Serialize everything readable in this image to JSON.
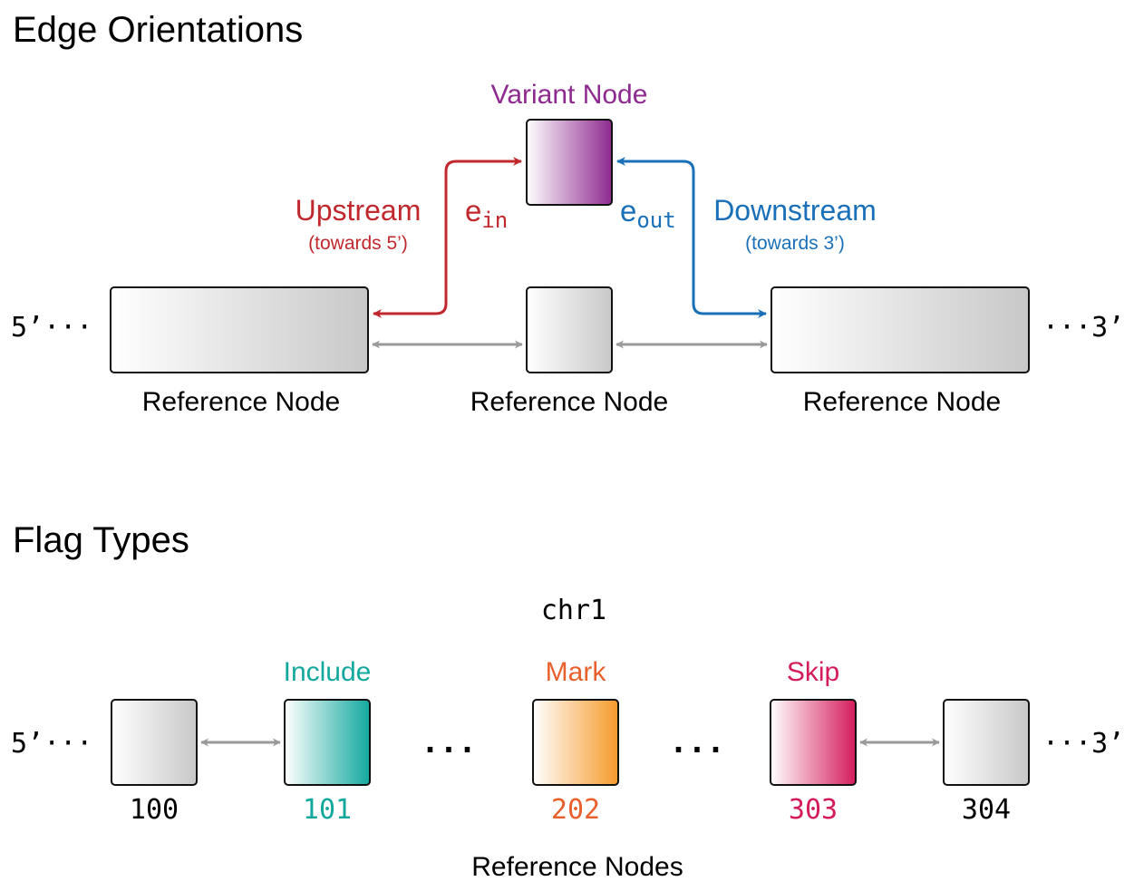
{
  "edge_section": {
    "title": "Edge Orientations",
    "variant_label": "Variant Node",
    "upstream_label": "Upstream",
    "upstream_sub": "(towards 5’)",
    "downstream_label": "Downstream",
    "downstream_sub": "(towards 3’)",
    "e_in_base": "e",
    "e_in_sub": "in",
    "e_out_base": "e",
    "e_out_sub": "out",
    "left_end": "5’···",
    "right_end": "···3’",
    "ref_labels": [
      "Reference Node",
      "Reference Node",
      "Reference Node"
    ]
  },
  "flag_section": {
    "title": "Flag Types",
    "chrom": "chr1",
    "left_end": "5’···",
    "right_end": "···3’",
    "gap_dots": [
      "...",
      "..."
    ],
    "include_label": "Include",
    "mark_label": "Mark",
    "skip_label": "Skip",
    "node_ids": [
      "100",
      "101",
      "202",
      "303",
      "304"
    ],
    "footer": "Reference Nodes"
  },
  "colors": {
    "upstream": "#c0282d",
    "downstream": "#1a70b8",
    "variant": "#8e2a8f",
    "include": "#13a89e",
    "mark": "#e8602c",
    "skip": "#d41c5c",
    "connector": "#999999",
    "text": "#000000"
  }
}
